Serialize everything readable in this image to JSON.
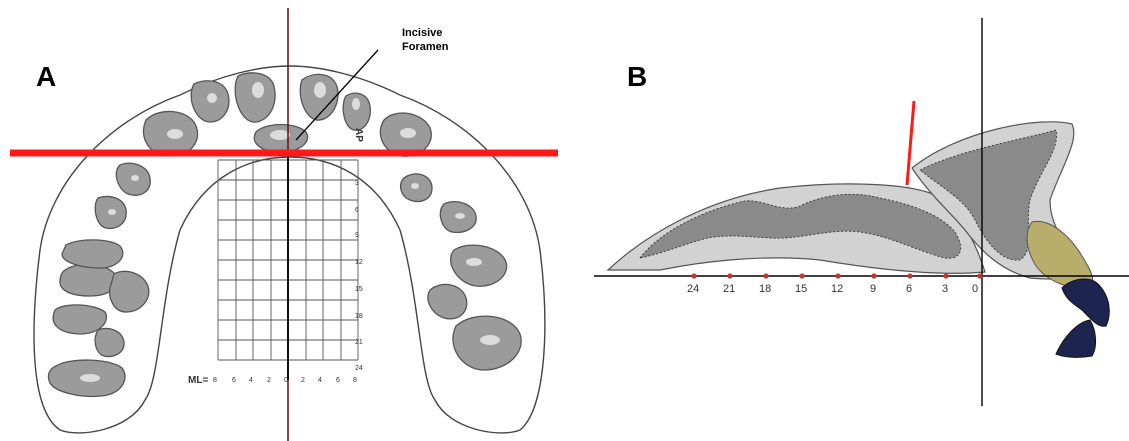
{
  "panel_a": {
    "label": "A",
    "callout_line1": "Incisive",
    "callout_line2": "Foramen",
    "ap_label": "AP",
    "ml_label": "ML=",
    "ap_ticks": [
      "3",
      "6",
      "9",
      "12",
      "15",
      "18",
      "21",
      "24"
    ],
    "ml_ticks": [
      "8",
      "6",
      "4",
      "2",
      "0",
      "2",
      "4",
      "6",
      "8"
    ]
  },
  "panel_b": {
    "label": "B",
    "axis_ticks": [
      "24",
      "21",
      "18",
      "15",
      "12",
      "9",
      "6",
      "3",
      "0"
    ]
  },
  "colors": {
    "reference_line": "#ff1a1a",
    "axis_line": "#000000",
    "midline_a": "#6b1a1a",
    "tooth_fill": "#9b9b9b",
    "bone_light": "#d4d4d4",
    "bone_dark": "#8a8a8a",
    "tooth_crown": "#b8ad6a",
    "lower_tooth": "#1e2450",
    "tick_marker": "#c0392b"
  }
}
